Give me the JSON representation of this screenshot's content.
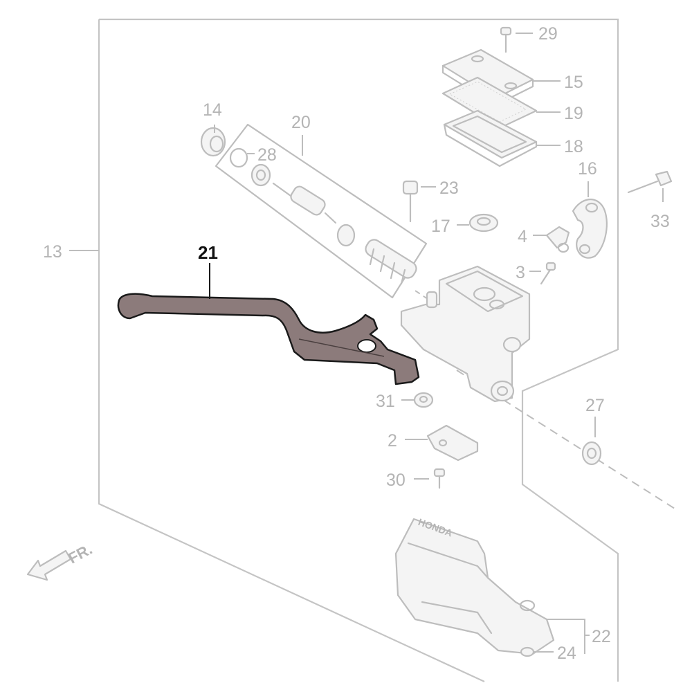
{
  "diagram": {
    "highlighted_part": "21",
    "direction_label": "FR.",
    "part_labels": [
      {
        "id": "p29",
        "text": "29"
      },
      {
        "id": "p15",
        "text": "15"
      },
      {
        "id": "p19",
        "text": "19"
      },
      {
        "id": "p18",
        "text": "18"
      },
      {
        "id": "p14",
        "text": "14"
      },
      {
        "id": "p20",
        "text": "20"
      },
      {
        "id": "p28",
        "text": "28"
      },
      {
        "id": "p16",
        "text": "16"
      },
      {
        "id": "p23",
        "text": "23"
      },
      {
        "id": "p33",
        "text": "33"
      },
      {
        "id": "p17",
        "text": "17"
      },
      {
        "id": "p4",
        "text": "4"
      },
      {
        "id": "p13",
        "text": "13"
      },
      {
        "id": "p21",
        "text": "21"
      },
      {
        "id": "p3",
        "text": "3"
      },
      {
        "id": "p31",
        "text": "31"
      },
      {
        "id": "p27",
        "text": "27"
      },
      {
        "id": "p2",
        "text": "2"
      },
      {
        "id": "p30",
        "text": "30"
      },
      {
        "id": "p22",
        "text": "22"
      },
      {
        "id": "p24",
        "text": "24"
      }
    ],
    "cover_brand_text": "HONDA",
    "colors": {
      "highlight_part": "#8c7b7b",
      "ghost_line": "#bdbdbd",
      "active_label": "#111111"
    }
  }
}
